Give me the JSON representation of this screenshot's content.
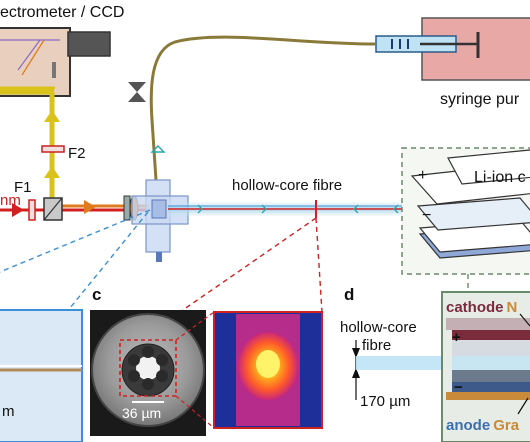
{
  "labels": {
    "spectrometer": "ectrometer / CCD",
    "syringe": "syringe pur",
    "f2": "F2",
    "f1": "F1",
    "nm": "nm",
    "hollow_core_fibre": "hollow-core fibre",
    "li_ion": "Li-ion c",
    "plus": "+",
    "minus": "−"
  },
  "panels": {
    "c": {
      "letter": "c",
      "scale": "36 µm"
    },
    "d": {
      "letter": "d",
      "fibre_line1": "hollow-core",
      "fibre_line2": "fibre",
      "dimension": "170 µm",
      "cathode": "cathode",
      "cathode_suffix": "N",
      "anode": "anode",
      "anode_suffix": "Gra",
      "plus": "+",
      "minus": "−"
    },
    "b": {
      "partial_label": "m"
    }
  },
  "colors": {
    "dashed_blue": "#3b8fd6",
    "dashed_red": "#cc2222",
    "laser_orange": "#e07a1c",
    "laser_red": "#d21f1f",
    "signal_yellow": "#d9c21a",
    "fibre_olive": "#8a7a3a",
    "cell_frame": "#6b8a6b"
  }
}
